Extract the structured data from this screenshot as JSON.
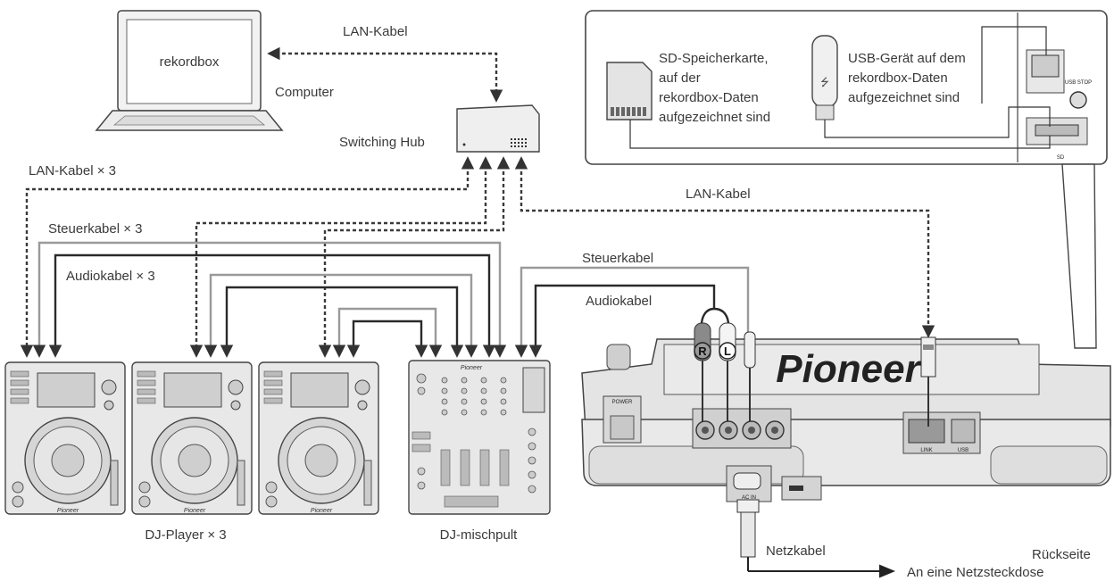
{
  "labels": {
    "lan_top": "LAN-Kabel",
    "computer": "Computer",
    "software": "rekordbox",
    "switching_hub": "Switching Hub",
    "lan_x3": "LAN-Kabel × 3",
    "steuer_x3": "Steuerkabel × 3",
    "audio_x3": "Audiokabel × 3",
    "lan_right": "LAN-Kabel",
    "steuer": "Steuerkabel",
    "audio": "Audiokabel",
    "dj_player_x3": "DJ-Player × 3",
    "dj_mixer": "DJ-mischpult",
    "rear": "Rückseite",
    "netzkabel": "Netzkabel",
    "outlet": "An eine Netzsteckdose",
    "sd_card": [
      "SD-Speicherkarte,",
      "auf der",
      "rekordbox-Daten",
      "aufgezeichnet sind"
    ],
    "usb_device": [
      "USB-Gerät auf dem",
      "rekordbox-Daten",
      "aufgezeichnet sind"
    ]
  },
  "device_text": {
    "brand_large": "Pioneer",
    "brand_small": "Pioneer",
    "plug_r": "R",
    "plug_l": "L",
    "power": "POWER",
    "ac_in": "AC IN",
    "link": "LINK",
    "usb": "USB",
    "usb_stop": "USB STOP",
    "sd": "SD"
  },
  "colors": {
    "lan_cable": "#3a3a3a",
    "control_cable": "#9a9a9a",
    "audio_cable": "#2a2a2a",
    "device_fill": "#e8e8e8",
    "device_stroke": "#444444"
  }
}
